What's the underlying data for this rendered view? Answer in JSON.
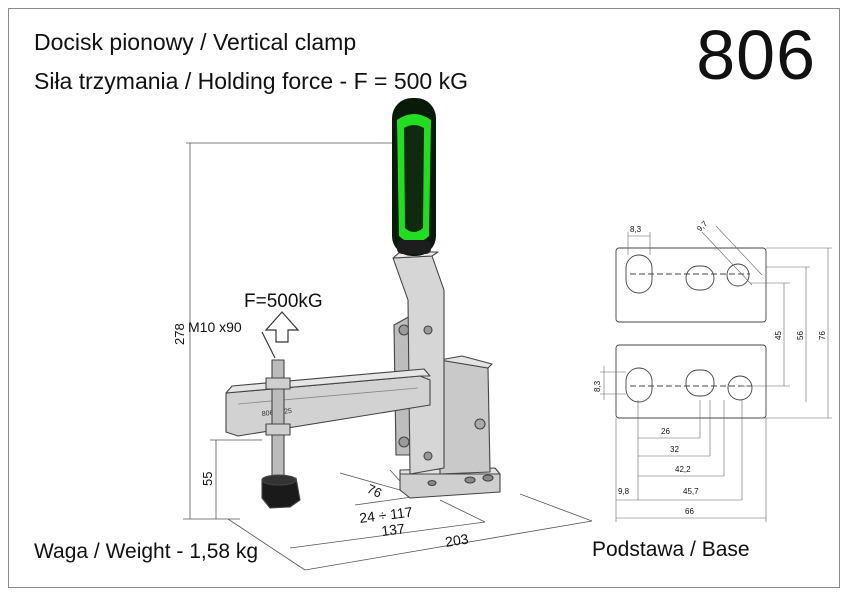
{
  "header": {
    "title": "Docisk pionowy / Vertical clamp",
    "subtitle": "Siła trzymania / Holding force - F = 500 kG",
    "model_number": "806"
  },
  "footer": {
    "weight": "Waga / Weight - 1,58 kg",
    "base_caption": "Podstawa / Base"
  },
  "clamp": {
    "force_label": "F=500kG",
    "spindle_label": "M10 x90",
    "bar_marking": "806 PA25",
    "dims": {
      "height": "278",
      "spindle_height": "55",
      "base_depth": "76",
      "spindle_range": "24 ÷ 117",
      "reach": "137",
      "overall_length": "203"
    },
    "colors": {
      "grip": "#22dd22",
      "grip_dark": "#0a1a0a",
      "metal": "#d0d0d0",
      "edge": "#444444"
    }
  },
  "base_plate": {
    "dims": {
      "slot_width": "8,3",
      "hole_dia": "9,7",
      "slot_width_side": "8,3",
      "v45": "45",
      "v56": "56",
      "v76": "76",
      "h26": "26",
      "h32": "32",
      "h42": "42,2",
      "h9_8": "9,8",
      "h45_7": "45,7",
      "h66": "66"
    }
  }
}
